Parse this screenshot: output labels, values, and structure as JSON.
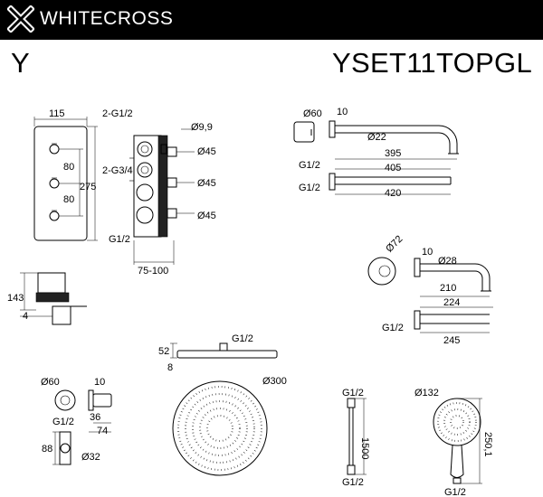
{
  "header": {
    "brand": "WHITECROSS",
    "series": "Y",
    "model": "YSET11TOPGL"
  },
  "icons": {
    "logo": "whitecross-x-logo"
  },
  "dimensions": {
    "thermostat": {
      "width": "115",
      "height": "275",
      "spacing1": "80",
      "spacing2": "80"
    },
    "box": {
      "outlets": "2-G1/2",
      "inlets": "2-G3/4",
      "inlet": "G1/2",
      "depth": "75-100",
      "d1": "Ø9,9",
      "d2": "Ø45",
      "d3": "Ø45",
      "d4": "Ø45"
    },
    "side": {
      "height": "143",
      "offset": "4"
    },
    "arm": {
      "flange": "Ø60",
      "offset": "10",
      "tube": "Ø22",
      "len1": "395",
      "len2": "405",
      "len3": "420",
      "thread": "G1/2",
      "thread2": "G1/2"
    },
    "spout": {
      "flange": "Ø72",
      "offset": "10",
      "tube": "Ø28",
      "len1": "210",
      "len2": "224",
      "len3": "245",
      "thread": "G1/2"
    },
    "head": {
      "height": "52",
      "thick": "8",
      "thread": "G1/2",
      "diameter": "Ø300"
    },
    "elbow": {
      "flange": "Ø60",
      "offset": "10",
      "depth1": "36",
      "depth2": "74",
      "thread": "G1/2"
    },
    "holder": {
      "height": "88",
      "tube": "Ø32"
    },
    "hose": {
      "top": "G1/2",
      "length": "1500",
      "bottom": "G1/2"
    },
    "hand": {
      "diameter": "Ø132",
      "length": "250,1",
      "thread": "G1/2"
    }
  }
}
